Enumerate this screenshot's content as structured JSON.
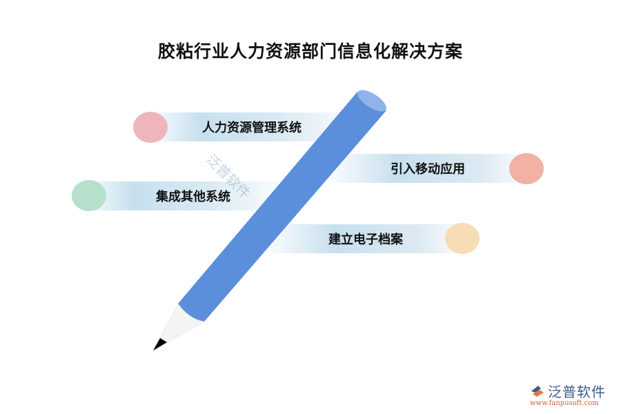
{
  "title": "胶粘行业人力资源部门信息化解决方案",
  "items": [
    {
      "label": "人力资源管理系统",
      "color": "#eeb5bd",
      "side": "left"
    },
    {
      "label": "引入移动应用",
      "color": "#f1b1a3",
      "side": "right"
    },
    {
      "label": "集成其他系统",
      "color": "#b4e0cc",
      "side": "left"
    },
    {
      "label": "建立电子档案",
      "color": "#f7dcb5",
      "side": "right"
    }
  ],
  "pencil": {
    "body_color": "#5b8fdc",
    "cap_color": "#8fb3ea",
    "wood_color": "#f4f4f4",
    "tip_color": "#000000"
  },
  "watermark": {
    "text": "泛普软件"
  },
  "logo": {
    "name": "泛普软件",
    "url": "www.fanpusoft.com"
  }
}
